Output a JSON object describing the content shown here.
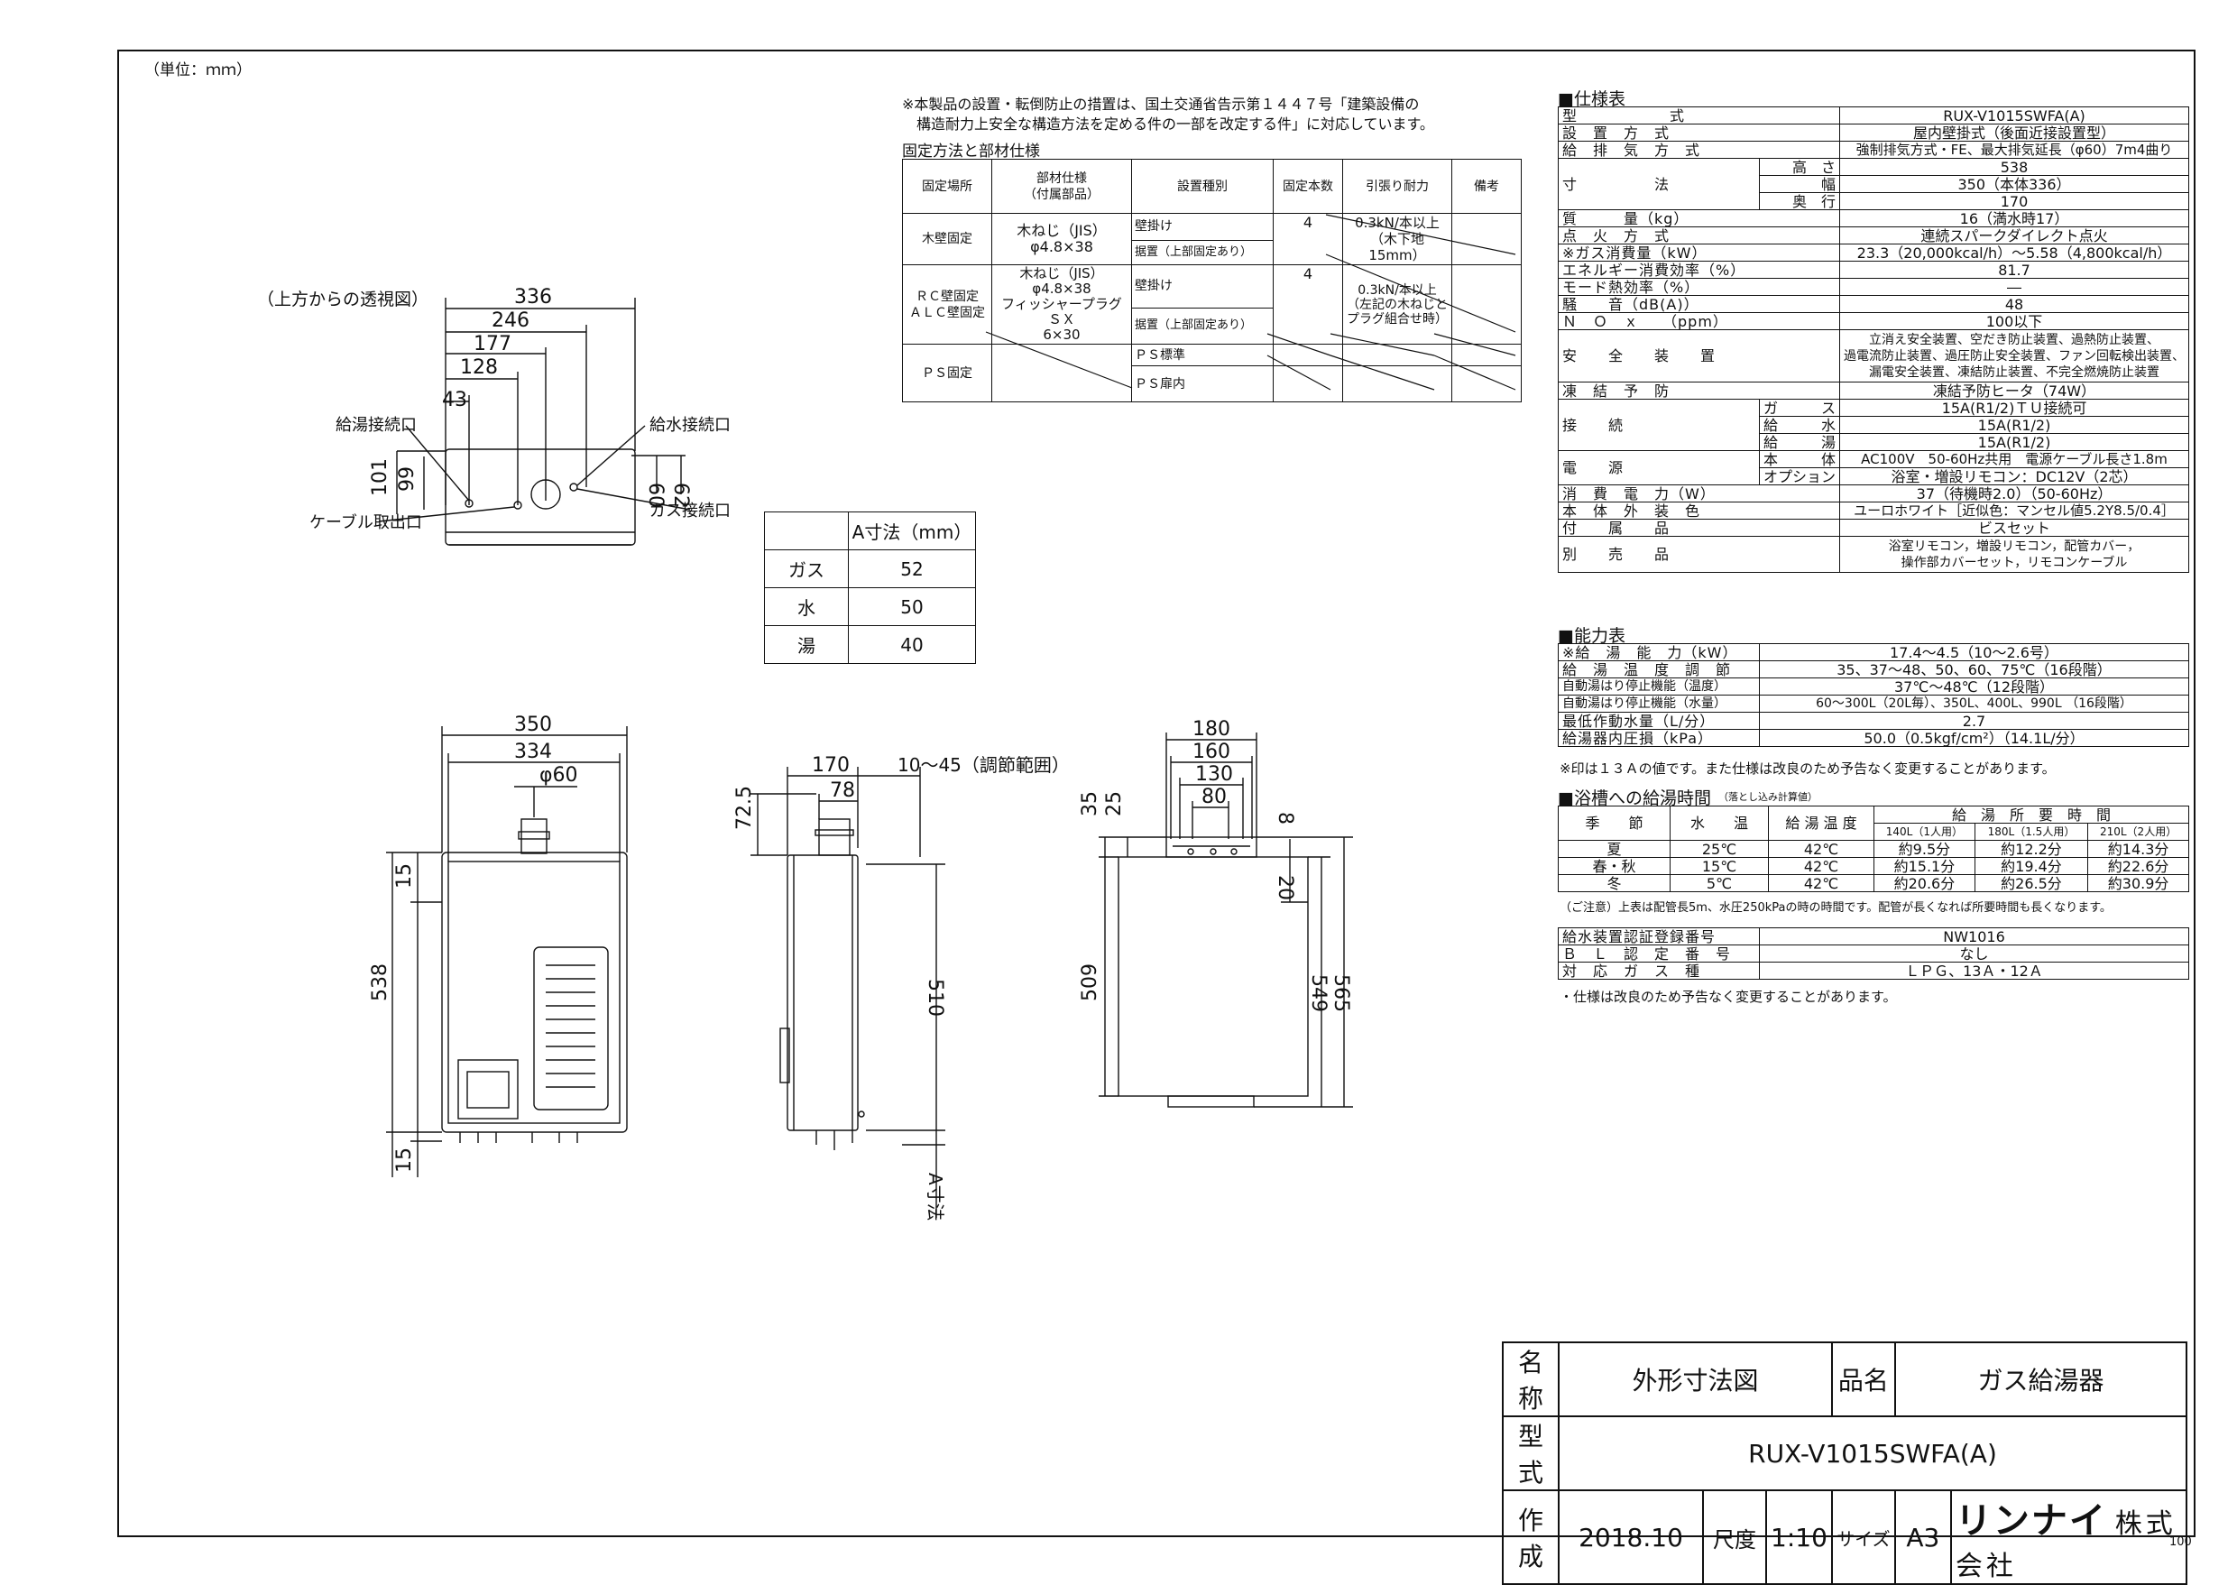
{
  "unit_note": "（単位：ｍｍ）",
  "notice_line1": "※本製品の設置・転倒防止の措置は、国土交通省告示第１４４７号「建築設備の",
  "notice_line2": "構造耐力上安全な構造方法を定める件の一部を改定する件」に対応しています。",
  "fixing": {
    "title": "固定方法と部材仕様",
    "headers": [
      "固定場所",
      "部材仕様\n（付属部品）",
      "設置種別",
      "固定本数",
      "引張り耐力",
      "備考"
    ],
    "wood_place": "木壁固定",
    "wood_part": "木ねじ（JIS）\nφ4.8×38",
    "wood_type1": "壁掛け",
    "wood_type2": "据置（上部固定あり）",
    "wood_count": "4",
    "wood_strength": "0.3kN/本以上\n（木下地15mm）",
    "rc_place": "ＲＣ壁固定\nＡＬＣ壁固定",
    "rc_part": "木ねじ（JIS）\nφ4.8×38\nフィッシャープラグＳＸ\n6×30",
    "rc_type1": "壁掛け",
    "rc_type2": "据置（上部固定あり）",
    "rc_count": "4",
    "rc_strength": "0.3kN/本以上\n（左記の木ねじと\nプラグ組合せ時）",
    "ps_place": "ＰＳ固定",
    "ps_type1": "ＰＳ標準",
    "ps_type2": "ＰＳ扉内"
  },
  "top_view": {
    "title": "（上方からの透視図）",
    "dims": [
      "336",
      "246",
      "177",
      "128",
      "43",
      "101",
      "99",
      "60",
      "62"
    ],
    "labels": {
      "hot_outlet": "給湯接続口",
      "water_inlet": "給水接続口",
      "cable_outlet": "ケーブル取出口",
      "gas_inlet": "ガス接続口"
    }
  },
  "a_dim_table": {
    "header": "A寸法（mm）",
    "rows": [
      [
        "ガス",
        "52"
      ],
      [
        "水",
        "50"
      ],
      [
        "湯",
        "40"
      ]
    ]
  },
  "front_view": {
    "dims": [
      "350",
      "334",
      "φ60",
      "15",
      "538",
      "15"
    ]
  },
  "side_view": {
    "dims": [
      "170",
      "78",
      "10～45（調節範囲）",
      "72.5",
      "510",
      "A寸法"
    ]
  },
  "back_view": {
    "dims": [
      "180",
      "160",
      "130",
      "80",
      "35",
      "25",
      "8",
      "20",
      "509",
      "549",
      "565"
    ]
  },
  "spec": {
    "title": "■仕様表",
    "model_label": "型　　　　　　式",
    "model": "RUX-V1015SWFA(A)",
    "install_label": "設　置　方　式",
    "install": "屋内壁掛式（後面近接設置型）",
    "exhaust_label": "給　排　気　方　式",
    "exhaust": "強制排気方式・FE、最大排気延長（φ60）7m4曲り",
    "size_label": "寸　　　　　法",
    "height_label": "高　さ",
    "height": "538",
    "width_label": "幅",
    "width": "350（本体336）",
    "depth_label": "奥　行",
    "depth": "170",
    "mass_label": "質　　　量（kg）",
    "mass": "16（満水時17）",
    "ignition_label": "点　火　方　式",
    "ignition": "連続スパークダイレクト点火",
    "gas_cons_label": "※ガス消費量（kW）",
    "gas_cons": "23.3（20,000kcal/h）～5.58（4,800kcal/h）",
    "energy_eff_label": "エネルギー消費効率（%）",
    "energy_eff": "81.7",
    "mode_eff_label": "モード熱効率（%）",
    "mode_eff": "―",
    "noise_label": "騒　　音（dB(A)）",
    "noise": "48",
    "nox_label": "Ｎ　Ｏ　ｘ　　（ppm）",
    "nox": "100以下",
    "safety_label": "安　　全　　装　　置",
    "safety": "立消え安全装置、空だき防止装置、過熱防止装置、\n過電流防止装置、過圧防止安全装置、ファン回転検出装置、\n漏電安全装置、凍結防止装置、不完全燃焼防止装置",
    "freeze_label": "凍　結　予　防",
    "freeze": "凍結予防ヒータ（74W）",
    "conn_label": "接　　続",
    "conn_gas_label": "ガ　　　ス",
    "conn_gas": "15A(R1/2)ＴＵ接続可",
    "conn_water_label": "給　　　水",
    "conn_water": "15A(R1/2)",
    "conn_hot_label": "給　　　湯",
    "conn_hot": "15A(R1/2)",
    "power_label": "電　　源",
    "power_main_label": "本　　　体",
    "power_main": "AC100V　50-60Hz共用　電源ケーブル長さ1.8m",
    "power_opt_label": "オプション",
    "power_opt": "浴室・増設リモコン：DC12V（2芯）",
    "consumption_label": "消　費　電　力（W）",
    "consumption": "37（待機時2.0）（50-60Hz）",
    "exterior_label": "本　体　外　装　色",
    "exterior": "ユーロホワイト［近似色：マンセル値5.2Y8.5/0.4］",
    "accessory_label": "付　　属　　品",
    "accessory": "ビスセット",
    "sold_sep_label": "別　　売　　品",
    "sold_sep": "浴室リモコン，増設リモコン，配管カバー，\n操作部カバーセット，リモコンケーブル"
  },
  "capacity": {
    "title": "■能力表",
    "rows": [
      [
        "※給　湯　能　力（kW）",
        "17.4～4.5（10～2.6号）"
      ],
      [
        "給　湯　温　度　調　節",
        "35、37～48、50、60、75℃（16段階）"
      ],
      [
        "自動湯はり停止機能（温度）",
        "37℃～48℃（12段階）"
      ],
      [
        "自動湯はり停止機能（水量）",
        "60～300L（20L毎）、350L、400L、990L （16段階）"
      ],
      [
        "最低作動水量（L/分）",
        "2.7"
      ],
      [
        "給湯器内圧損（kPa）",
        "50.0（0.5kgf/cm²）（14.1L/分）"
      ]
    ],
    "note": "※印は１３Ａの値です。また仕様は改良のため予告なく変更することがあります。"
  },
  "bath": {
    "title": "■浴槽への給湯時間",
    "subtitle": "（落とし込み計算値）",
    "headers": [
      "季　　節",
      "水　　温",
      "給 湯 温 度",
      "給　湯　所　要　時　間"
    ],
    "sub_headers": [
      "140L（1人用）",
      "180L（1.5人用）",
      "210L（2人用）"
    ],
    "rows": [
      [
        "夏",
        "25℃",
        "42℃",
        "約9.5分",
        "約12.2分",
        "約14.3分"
      ],
      [
        "春・秋",
        "15℃",
        "42℃",
        "約15.1分",
        "約19.4分",
        "約22.6分"
      ],
      [
        "冬",
        "5℃",
        "42℃",
        "約20.6分",
        "約26.5分",
        "約30.9分"
      ]
    ],
    "note": "（ご注意）上表は配管長5m、水圧250kPaの時の時間です。配管が長くなれば所要時間も長くなります。"
  },
  "cert": {
    "rows": [
      [
        "給水装置認証登録番号",
        "NW1016"
      ],
      [
        "Ｂ　Ｌ　認　定　番　号",
        "なし"
      ],
      [
        "対　応　ガ　ス　種",
        "ＬＰＧ、13Ａ・12Ａ"
      ]
    ],
    "note": "・仕様は改良のため予告なく変更することがあります。"
  },
  "title_block": {
    "name_label": "名称",
    "name": "外形寸法図",
    "product_label": "品名",
    "product": "ガス給湯器",
    "model_label": "型式",
    "model": "RUX-V1015SWFA(A)",
    "made_label": "作成",
    "made": "2018.10",
    "scale_label": "尺度",
    "scale": "1:10",
    "size_label": "サイズ",
    "size": "A3",
    "maker": "リンナイ",
    "maker_suffix": "株式会社"
  },
  "page_no": "100"
}
